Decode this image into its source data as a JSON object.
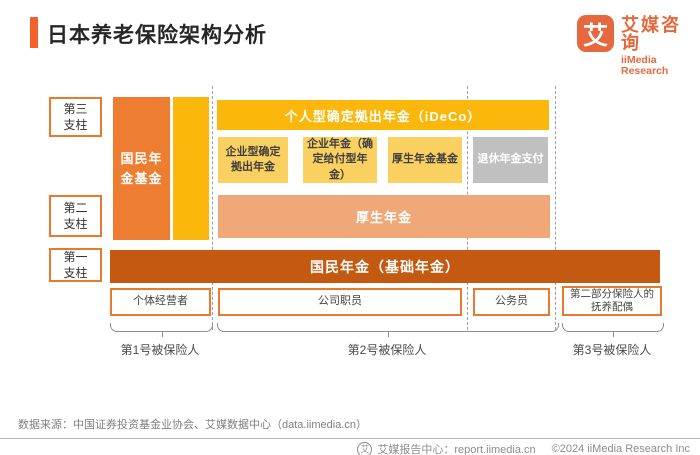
{
  "header": {
    "title": "日本养老保险架构分析",
    "logo": {
      "glyph": "艾",
      "brand_cn": "艾媒咨询",
      "brand_en": "iiMedia Research"
    }
  },
  "diagram": {
    "pillars": [
      {
        "label": "第三\n支柱"
      },
      {
        "label": "第二\n支柱"
      },
      {
        "label": "第一\n支柱"
      }
    ],
    "kokumin_fund": "国民年\n金基金",
    "ideco_band": "个人型确定拠出年金（iDeCo）",
    "tier2_boxes": [
      {
        "label": "企业型确定拠出年金"
      },
      {
        "label": "企业年金（确定给付型年金）"
      },
      {
        "label": "厚生年金基金"
      },
      {
        "label": "退休年金支付"
      }
    ],
    "kosei_band": "厚生年金",
    "base_band": "国民年金（基础年金）",
    "insured_boxes": [
      {
        "label": "个体经营者"
      },
      {
        "label": "公司职员"
      },
      {
        "label": "公务员"
      },
      {
        "label": "第二部分保险人的\n抚养配偶"
      }
    ],
    "brace_labels": [
      {
        "label": "第1号被保险人"
      },
      {
        "label": "第2号被保险人"
      },
      {
        "label": "第3号被保险人"
      }
    ]
  },
  "footer": {
    "source": "数据来源：中国证券投资基金业协会、艾媒数据中心（data.iimedia.cn）",
    "icon_glyph": "艾",
    "report_center": "艾媒报告中心：report.iimedia.cn",
    "copyright": "©2024  iiMedia Research Inc"
  },
  "colors": {
    "accent_orange": "#F2632C",
    "logo_orange": "#E5683F",
    "bar_orange": "#ED7D31",
    "yellow": "#FBB70B",
    "light_yellow": "#FAD161",
    "gray_box": "#C0C0C0",
    "salmon": "#F0A878",
    "dark_orange": "#C45911",
    "box_border": "#E87A2E"
  }
}
